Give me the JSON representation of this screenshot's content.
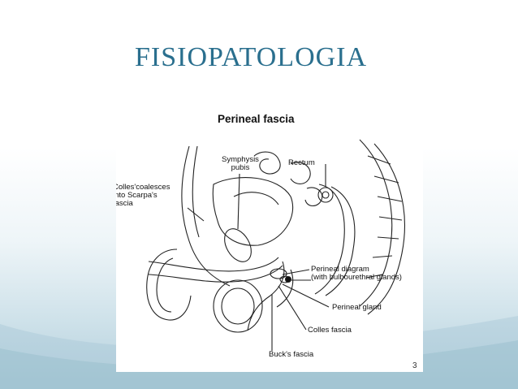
{
  "slide": {
    "title": "FISIOPATOLOGIA"
  },
  "figure": {
    "title": "Perineal fascia",
    "labels": {
      "symphysis": "Symphysis\npubis",
      "rectum": "Rectum",
      "colles_coalesces": "Colles'coalesces\ninto Scarpa's\nfascia",
      "perineal_diagram": "Perineal diagram\n(with bulbourethral glands)",
      "perineal_gland": "Perineal gland",
      "colles_fascia": "Colles fascia",
      "bucks_fascia": "Buck's fascia"
    },
    "page_number": "3"
  }
}
